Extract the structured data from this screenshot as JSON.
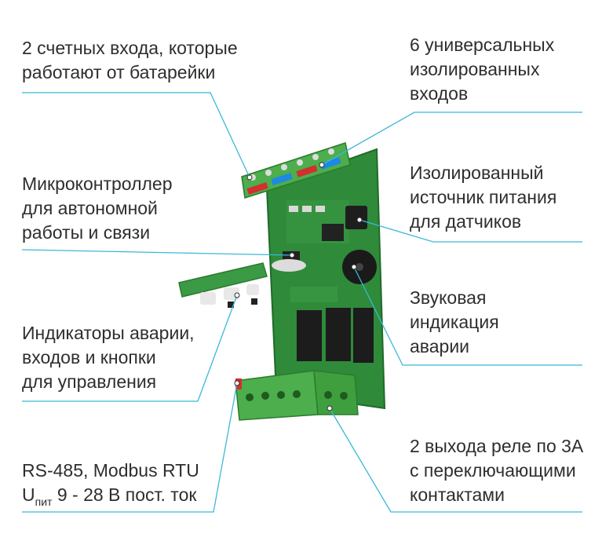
{
  "labels": {
    "counter_inputs": [
      "2 счетных входа, которые",
      "работают от батарейки"
    ],
    "universal_inputs": [
      "6 универсальных",
      "изолированных",
      "входов"
    ],
    "microcontroller": [
      "Микроконтроллер",
      "для автономной",
      "работы и связи"
    ],
    "isolated_power": [
      "Изолированный",
      "источник питания",
      "для датчиков"
    ],
    "sound_alarm": [
      "Звуковая",
      "индикация",
      "аварии"
    ],
    "indicators": [
      "Индикаторы аварии,",
      "входов и кнопки",
      "для управления"
    ],
    "rs485": {
      "line1": "RS-485, Modbus RTU",
      "line2_prefix": "U",
      "line2_sub": "пит",
      "line2_rest": " 9 - 28 В пост. ток"
    },
    "relay_outputs": [
      "2 выхода реле по 3А",
      "с переключающими",
      "контактами"
    ]
  },
  "colors": {
    "leader_line": "#3bb8d8",
    "pcb": "#2f8a3a",
    "terminal": "#4cae4c",
    "relay": "#1c1c1c",
    "text": "#2e2e2e"
  }
}
